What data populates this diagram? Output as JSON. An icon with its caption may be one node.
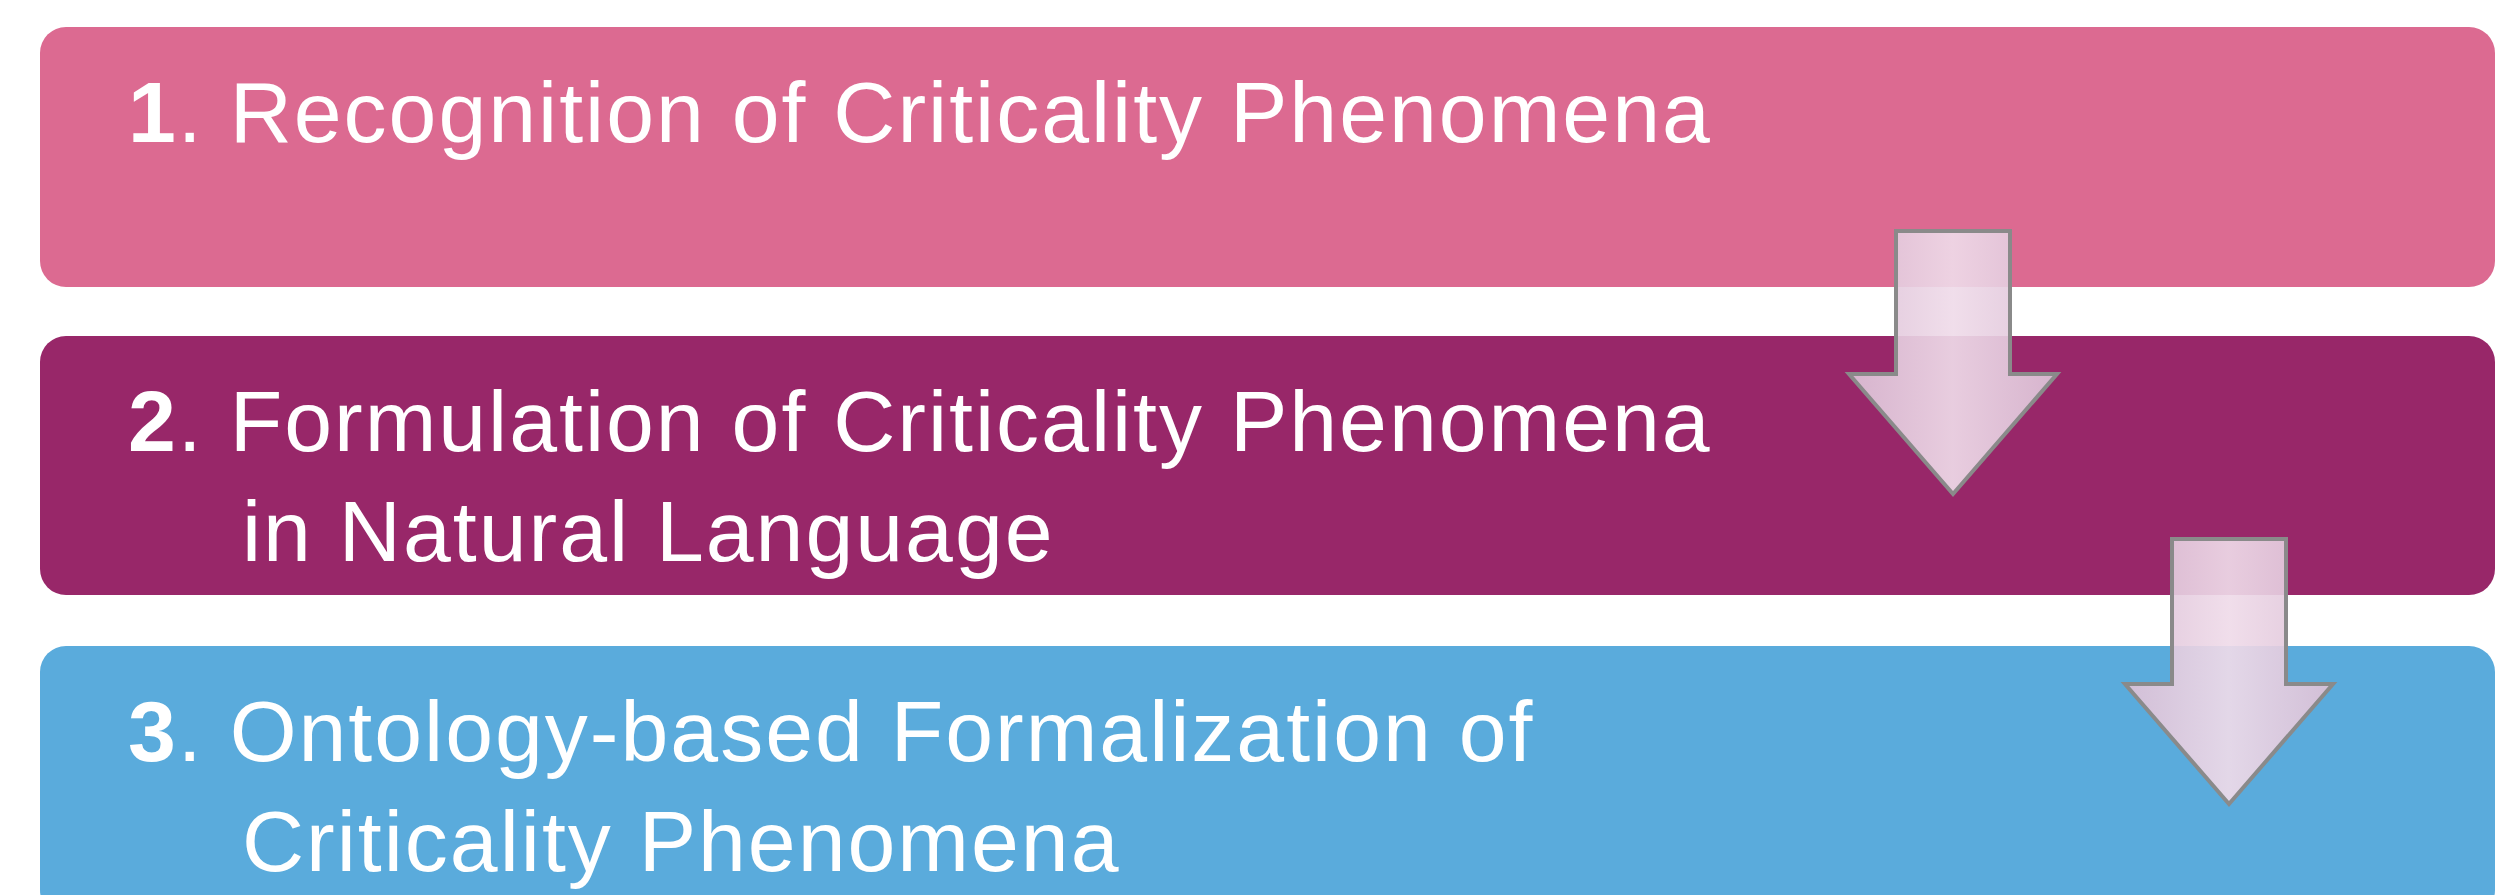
{
  "diagram": {
    "nodes": [
      {
        "text": [
          "**1**. Recognition of Criticality Phenomena"
        ]
      },
      {
        "text": [
          "**2**. Formulation of Criticality Phenomena in Natural Language"
        ]
      },
      {
        "text": [
          "**3**. Ontology-based Formalization of Criticality Phenomena"
        ]
      }
    ],
    "edges": [
      {
        "from": 0,
        "to": 1,
        "arrow": "to"
      },
      {
        "from": 1,
        "to": 2,
        "arrow": "to"
      }
    ]
  }
}
